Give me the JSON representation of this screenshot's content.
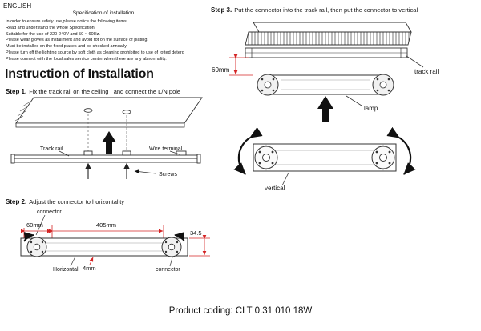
{
  "page": {
    "language": "ENGLISH"
  },
  "spec": {
    "title": "Specification of installation",
    "lines": [
      "In order to ensure safety use,please notice the following items:",
      "Read and understand the whole Specification.",
      "Suitable for the use of 220-240V and 50 ~ 60Hz.",
      "Please wear gloves as installment and avoid rot on the surface of plating.",
      "Must be installed on the fixed places and be checked annually.",
      "Please turn off the lighting source by soft cloth as cleaning prohibited to use of rotted deterg",
      "Please connect with the local sales service center when there are any abnormality."
    ]
  },
  "instruction": {
    "title": "Instruction of Installation",
    "step1": {
      "label": "Step 1.",
      "text": "Fix the track rail on the ceiling , and connect the L/N pole"
    },
    "step2": {
      "label": "Step 2.",
      "text": "Adjust the connector to horizontality"
    },
    "step3": {
      "label": "Step 3.",
      "text": "Put the connector into the track rail, then put the connector to vertical"
    }
  },
  "diagram1": {
    "track_rail": "Track rail",
    "wire_terminal": "Wire terminal",
    "screws": "Screws"
  },
  "diagram2": {
    "connector_top": "connector",
    "dim_60": "60mm",
    "dim_405": "405mm",
    "dim_345": "34.5",
    "dim_4": "4mm",
    "horizontal": "Horizontal",
    "connector_right": "connector"
  },
  "diagram3": {
    "track_rail": "track rail",
    "dim_60": "60mm",
    "lamp": "lamp",
    "vertical": "vertical"
  },
  "footer": {
    "product_coding": "Product coding: CLT 0.31 010 18W"
  },
  "colors": {
    "dimension_red": "#d42424",
    "line": "#333333"
  }
}
